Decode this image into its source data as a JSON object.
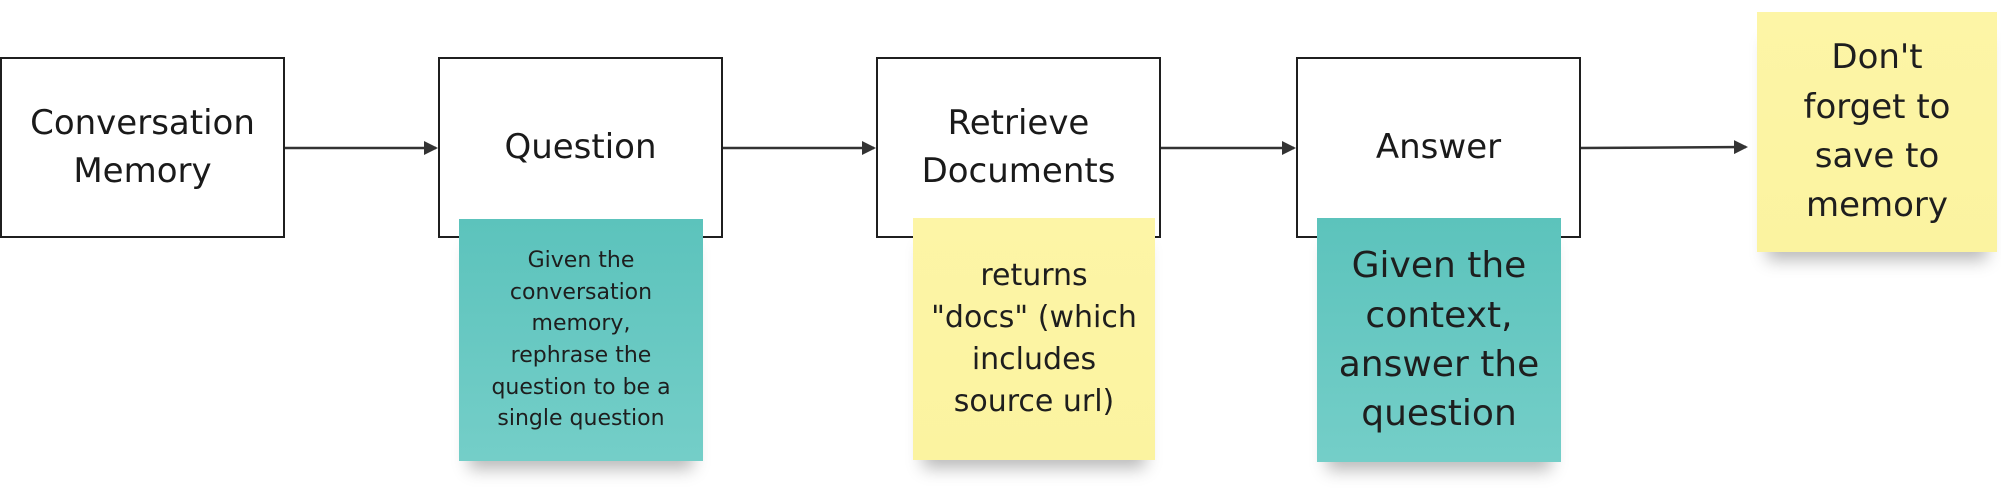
{
  "nodes": [
    {
      "id": "conversation-memory",
      "label": "Conversation\nMemory"
    },
    {
      "id": "question",
      "label": "Question"
    },
    {
      "id": "retrieve-documents",
      "label": "Retrieve\nDocuments"
    },
    {
      "id": "answer",
      "label": "Answer"
    }
  ],
  "notes": {
    "question": "Given the\nconversation\nmemory,\nrephrase the\nquestion to be a\nsingle question",
    "retrieve": "returns\n\"docs\" (which\nincludes\nsource url)",
    "answer": "Given the\ncontext,\nanswer the\nquestion",
    "memory": "Don't\nforget to\nsave to\nmemory"
  },
  "colors": {
    "teal": "#5cc3bc",
    "yellow": "#fdf5a6",
    "stroke": "#1f1f1f"
  }
}
